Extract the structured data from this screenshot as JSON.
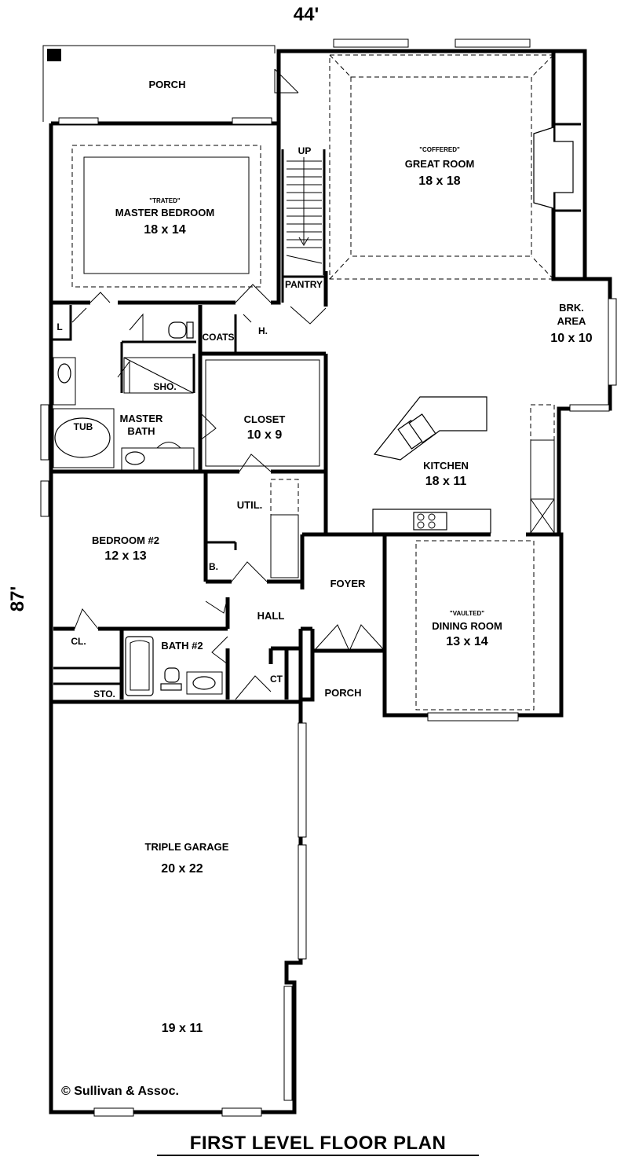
{
  "plan": {
    "title": "FIRST LEVEL FLOOR PLAN",
    "width_dim": "44'",
    "depth_dim": "87'",
    "copyright": "© Sullivan & Assoc."
  },
  "rooms": {
    "porch_top": "PORCH",
    "master_bedroom_note": "\"TRATED\"",
    "master_bedroom_name": "MASTER BEDROOM",
    "master_bedroom_size": "18 x 14",
    "great_room_note": "\"COFFERED\"",
    "great_room_name": "GREAT ROOM",
    "great_room_size": "18 x 18",
    "stairs_up": "UP",
    "pantry": "PANTRY",
    "linen": "L",
    "coats": "COATS",
    "half_bath": "H.",
    "shower": "SHO.",
    "tub": "TUB",
    "master_bath_line1": "MASTER",
    "master_bath_line2": "BATH",
    "closet_name": "CLOSET",
    "closet_size": "10 x 9",
    "brk_area_line1": "BRK.",
    "brk_area_line2": "AREA",
    "brk_area_size": "10 x 10",
    "kitchen_name": "KITCHEN",
    "kitchen_size": "18 x 11",
    "utility": "UTIL.",
    "bedroom2_name": "BEDROOM #2",
    "bedroom2_size": "12 x 13",
    "bench": "B.",
    "foyer": "FOYER",
    "hall": "HALL",
    "dining_note": "\"VAULTED\"",
    "dining_name": "DINING ROOM",
    "dining_size": "13 x 14",
    "closet_small": "CL.",
    "bath2": "BATH #2",
    "coat_closet": "CT",
    "storage": "STO.",
    "porch_front": "PORCH",
    "garage_name": "TRIPLE GARAGE",
    "garage_size": "20 x 22",
    "garage_bay_size": "19 x 11"
  }
}
